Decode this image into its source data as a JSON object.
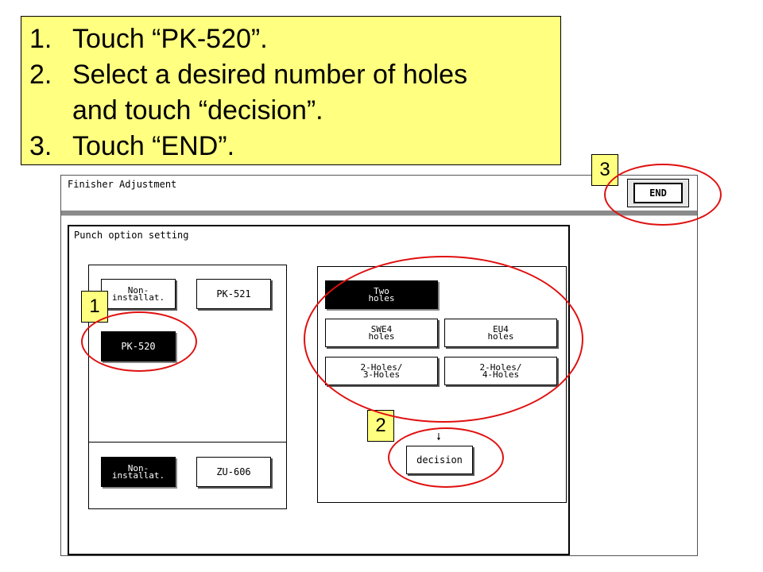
{
  "instructions": [
    {
      "num": "1.",
      "text": "Touch “PK-520”."
    },
    {
      "num": "2.",
      "text": "Select a desired number of holes"
    },
    {
      "num": "",
      "text": "and touch “decision”."
    },
    {
      "num": "3.",
      "text": "Touch “END”."
    }
  ],
  "screen": {
    "title": "Finisher Adjustment",
    "end_label": "END"
  },
  "panel": {
    "title": "Punch option setting",
    "left_top_buttons": {
      "non_install": "Non-\ninstallat.",
      "pk521": "PK-521",
      "pk520": "PK-520"
    },
    "left_bottom_buttons": {
      "non_install": "Non-\ninstallat.",
      "zu606": "ZU-606"
    },
    "hole_options": {
      "two_holes": "Two\nholes",
      "swe4_holes": "SWE4\nholes",
      "eu4_holes": "EU4\nholes",
      "holes_2_3": "2-Holes/\n3-Holes",
      "holes_2_4": "2-Holes/\n4-Holes"
    },
    "arrow": "🠗",
    "decision_label": "decision"
  },
  "markers": {
    "m1": "1",
    "m2": "2",
    "m3": "3"
  },
  "colors": {
    "highlight": "#ffff80",
    "annotation": "#e01010",
    "selected": "#000000"
  }
}
